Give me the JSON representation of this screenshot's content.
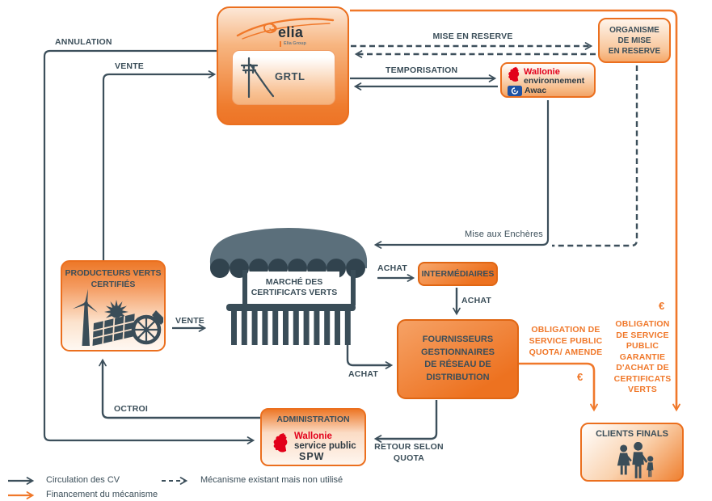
{
  "colors": {
    "orange": "#F0782A",
    "orange_border": "#E9671C",
    "slate": "#3B4E59",
    "red": "#E2001A",
    "blue": "#1F52A3"
  },
  "nodes": {
    "elia": {
      "logo": "elia",
      "logo_sub": "Elia Group",
      "inner_label": "GRTL"
    },
    "organisme": {
      "lines": [
        "ORGANISME",
        "DE MISE",
        "EN RESERVE"
      ]
    },
    "awac": {
      "region": "Wallonie",
      "dept": "environnement",
      "agency": "Awac"
    },
    "producteurs": {
      "lines": [
        "PRODUCTEURS VERTS",
        "CERTIFIÉS"
      ]
    },
    "marche": {
      "lines": [
        "MARCHÉ DES",
        "CERTIFICATS VERTS"
      ]
    },
    "intermediaires": {
      "label": "INTERMÉDIAIRES"
    },
    "fournisseurs": {
      "lines": [
        "FOURNISSEURS",
        "GESTIONNAIRES",
        "DE RÉSEAU DE",
        "DISTRIBUTION"
      ]
    },
    "administration": {
      "title": "ADMINISTRATION",
      "region": "Wallonie",
      "dept": "service public",
      "agency": "SPW"
    },
    "clients": {
      "label": "CLIENTS FINALS"
    }
  },
  "edges": {
    "annulation": "ANNULATION",
    "vente_grtl": "VENTE",
    "mise_en_reserve": "MISE EN RESERVE",
    "temporisation": "TEMPORISATION",
    "mise_aux_encheres": "Mise aux Enchères",
    "vente_marche": "VENTE",
    "achat_intermediaires": "ACHAT",
    "achat_vertical": "ACHAT",
    "achat_marche": "ACHAT",
    "octroi": "OCTROI",
    "retour": [
      "RETOUR SELON",
      "QUOTA"
    ],
    "quota_amende": [
      "OBLIGATION DE",
      "SERVICE PUBLIC",
      "QUOTA/ AMENDE"
    ],
    "garantie": [
      "OBLIGATION",
      "DE SERVICE",
      "PUBLIC",
      "GARANTIE",
      "D'ACHAT DE",
      "CERTIFICATS",
      "VERTS"
    ],
    "euro_quota": "€",
    "euro_garantie": "€"
  },
  "legend": {
    "circulation": "Circulation des CV",
    "mecanisme_non_utilise": "Mécanisme existant mais non utilisé",
    "financement": "Financement du mécanisme"
  }
}
